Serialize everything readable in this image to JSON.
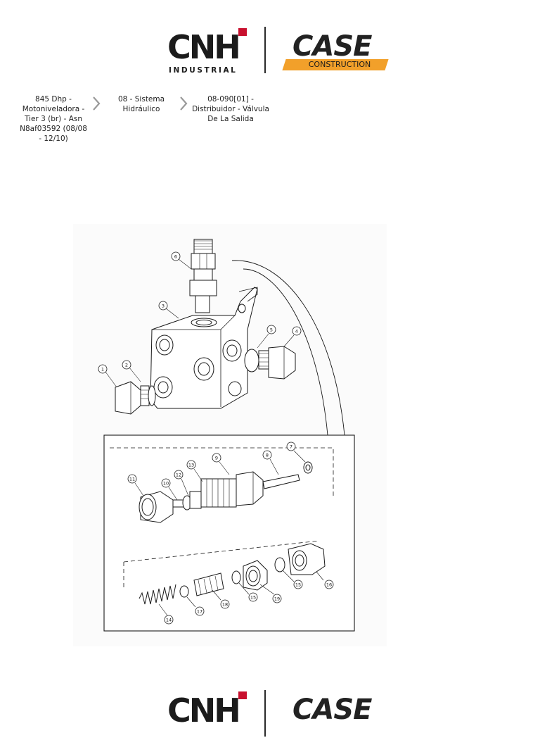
{
  "header_logos": {
    "cnh_letters": "CNH",
    "cnh_subtitle": "INDUSTRIAL",
    "case_word": "CASE",
    "case_subtitle": "CONSTRUCTION"
  },
  "breadcrumb": {
    "items": [
      {
        "label": "845 Dhp - Motoniveladora - Tier 3 (br) - Asn N8af03592 (08/08 - 12/10)"
      },
      {
        "label": "08 - Sistema Hidráulico"
      },
      {
        "label": "08-090[01] - Distribuidor - Válvula De La Salida"
      }
    ]
  },
  "diagram": {
    "callouts": [
      "1",
      "2",
      "3",
      "4",
      "5",
      "6",
      "7",
      "8",
      "9",
      "10",
      "11",
      "12",
      "13",
      "14",
      "15",
      "15",
      "16",
      "17",
      "18",
      "19"
    ]
  },
  "colors": {
    "cnh_red": "#c8102e",
    "case_orange": "#f2a02a",
    "text_dark": "#1a1a1a"
  }
}
